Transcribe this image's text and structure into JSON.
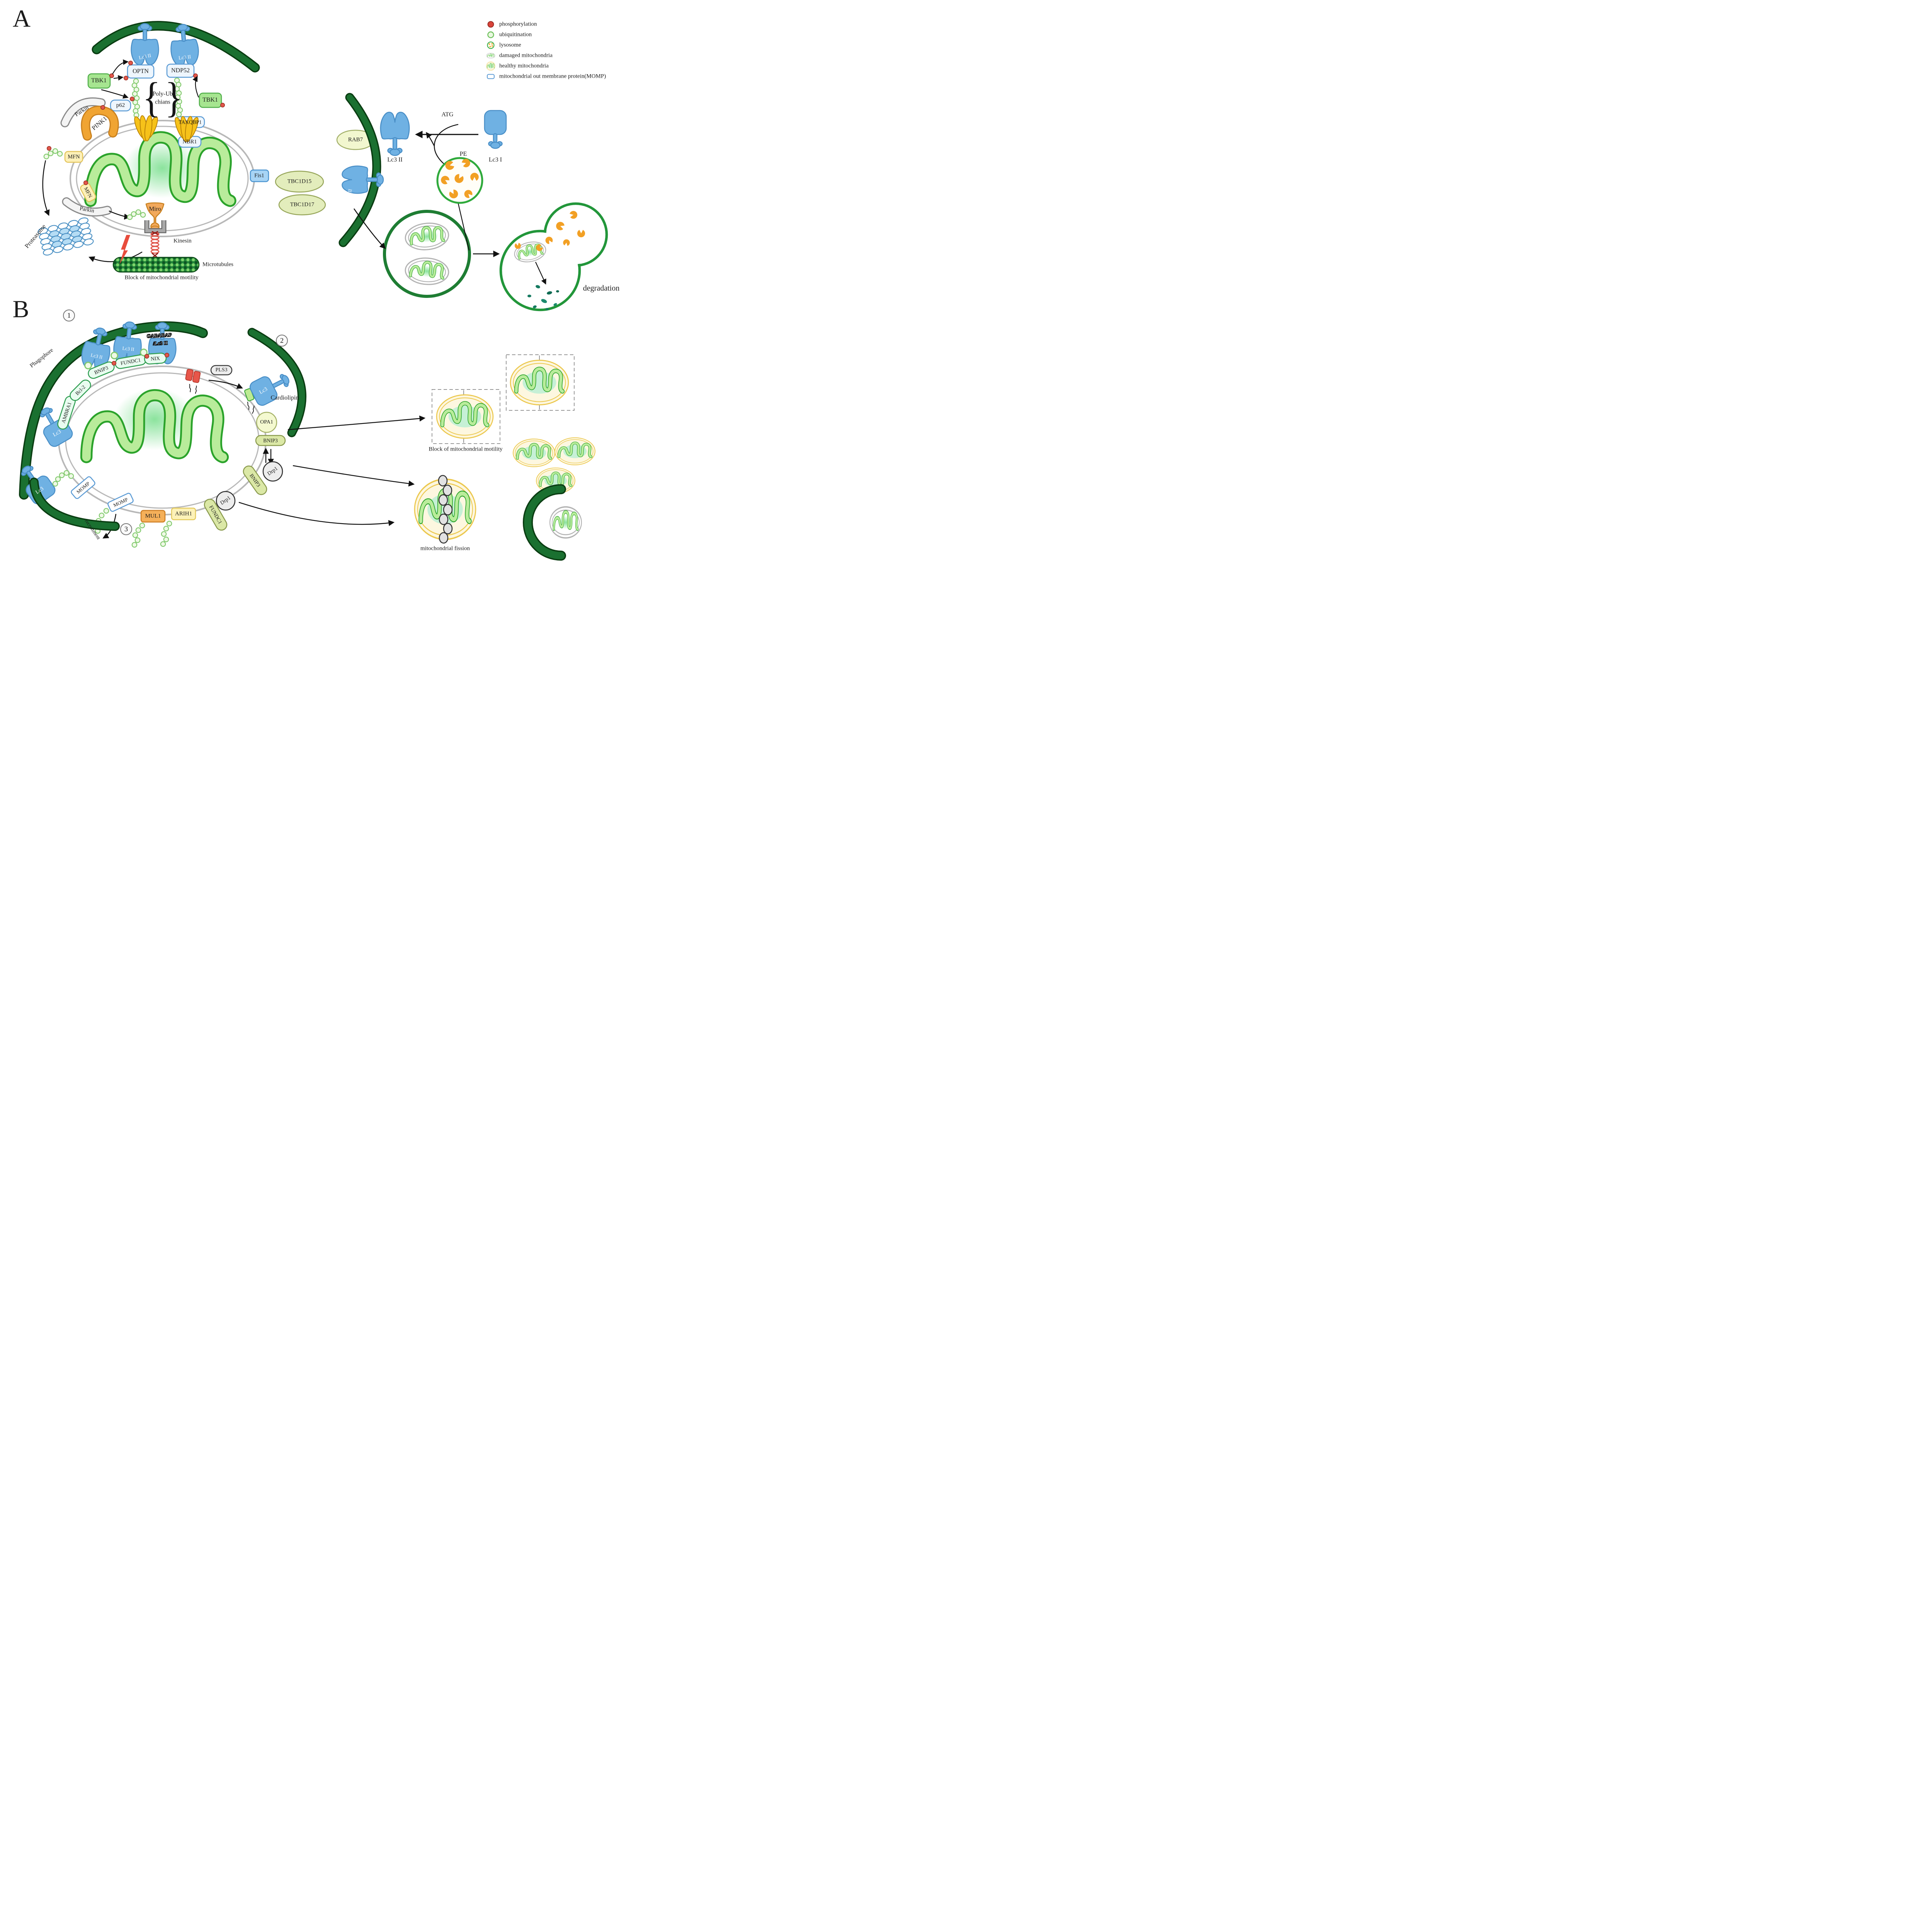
{
  "figure": {
    "panel_a_label": "A",
    "panel_b_label": "B",
    "steps": [
      "1",
      "2",
      "3"
    ],
    "symbols": {
      "brace_left": "{",
      "brace_right": "}"
    },
    "legend": [
      "phosphorylation",
      "ubiquitination",
      "lysosome",
      "damaged mitochondria",
      "healthy mitochondria",
      "mitochondrial out membrane protein(MOMP)"
    ],
    "labels": {
      "lc3ii": "Lc3 II",
      "lc3i": "Lc3 I",
      "lc3": "Lc3",
      "optn": "OPTN",
      "ndp52": "NDP52",
      "tbk1": "TBK1",
      "p62": "p62",
      "polyub_line1": "Poly-Ub",
      "polyub_line2": "chians",
      "taxqbp1": "TAXQBP1",
      "nbr1": "NBR1",
      "parkin": "Parkin",
      "pink1": "PINK1",
      "mfn": "MFN",
      "proteasome": "Proteasome",
      "miro": "Miro",
      "kinesin": "Kinesin",
      "microtubules": "Microtubules",
      "block_motility": "Block of mitochondrial motility",
      "fis1": "Fis1",
      "tbc1d15": "TBC1D15",
      "tbc1d17": "TBC1D17",
      "rab7": "RAB7",
      "atg": "ATG",
      "pe": "PE",
      "degradation": "degradation",
      "phagophore": "Phagophore",
      "gabarap_line1": "GABARAP",
      "gabarap_line2": "/Lc3 II",
      "ambra1": "AMBRA1",
      "bcl2": "Bcl-2",
      "bnip3": "BNIP3",
      "fundc1": "FUNDC1",
      "nix": "NIX",
      "pls3": "PLS3",
      "cardiolipin": "Cardiolipin",
      "opa1": "OPA1",
      "drp1": "Drp1",
      "momp": "MOMP",
      "recruitment": "recruitment",
      "mul1": "MUL1",
      "arih1": "ARIH1",
      "fission": "mitochondrial fission"
    }
  }
}
